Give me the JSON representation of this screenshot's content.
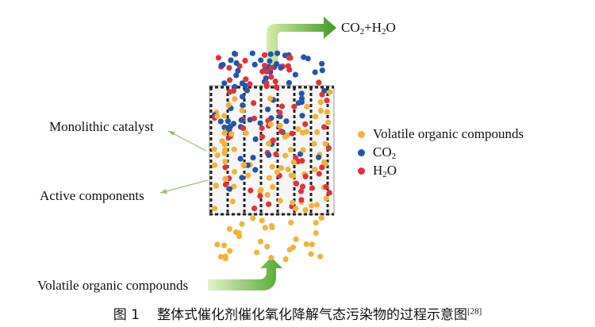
{
  "colors": {
    "voc": "#f0b43a",
    "co2": "#2456a8",
    "h2o": "#e0323a",
    "arrow_green_light": "#c9e59a",
    "arrow_green_dark": "#4fa82c",
    "pointer_line": "#8cc86a"
  },
  "labels": {
    "catalyst": "Monolithic catalyst",
    "active": "Active components",
    "input": "Volatile organic compounds",
    "output": {
      "co": "CO",
      "s1": "2",
      "plus": "+H",
      "s2": "2",
      "o": "O"
    }
  },
  "legend": [
    {
      "key": "voc",
      "text": "Volatile organic compounds"
    },
    {
      "key": "co2",
      "text": "CO",
      "sub": "2"
    },
    {
      "key": "h2o",
      "text": "H",
      "sub": "2",
      "after": "O"
    }
  ],
  "caption": {
    "number": "图 1",
    "text": "整体式催化剂催化氧化降解气态污染物的过程示意图",
    "ref": "[28]"
  }
}
